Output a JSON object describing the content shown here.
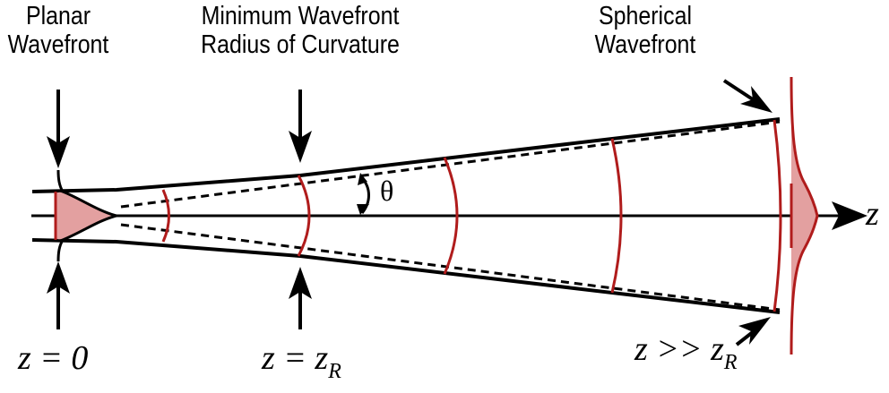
{
  "labels": {
    "planar": {
      "line1": "Planar",
      "line2": "Wavefront"
    },
    "minimum": {
      "line1": "Minimum Wavefront",
      "line2": "Radius of Curvature"
    },
    "spherical": {
      "line1": "Spherical",
      "line2": "Wavefront"
    },
    "angle": "θ",
    "axis": "z",
    "z0": "z = 0",
    "zR": {
      "main": "z = z",
      "sub": "R"
    },
    "zfar": {
      "main": "z >> z",
      "sub": "R"
    }
  },
  "colors": {
    "line": "#000000",
    "wavefront": "#b01c1c",
    "profile_fill": "#e3a0a0",
    "background": "#ffffff"
  }
}
